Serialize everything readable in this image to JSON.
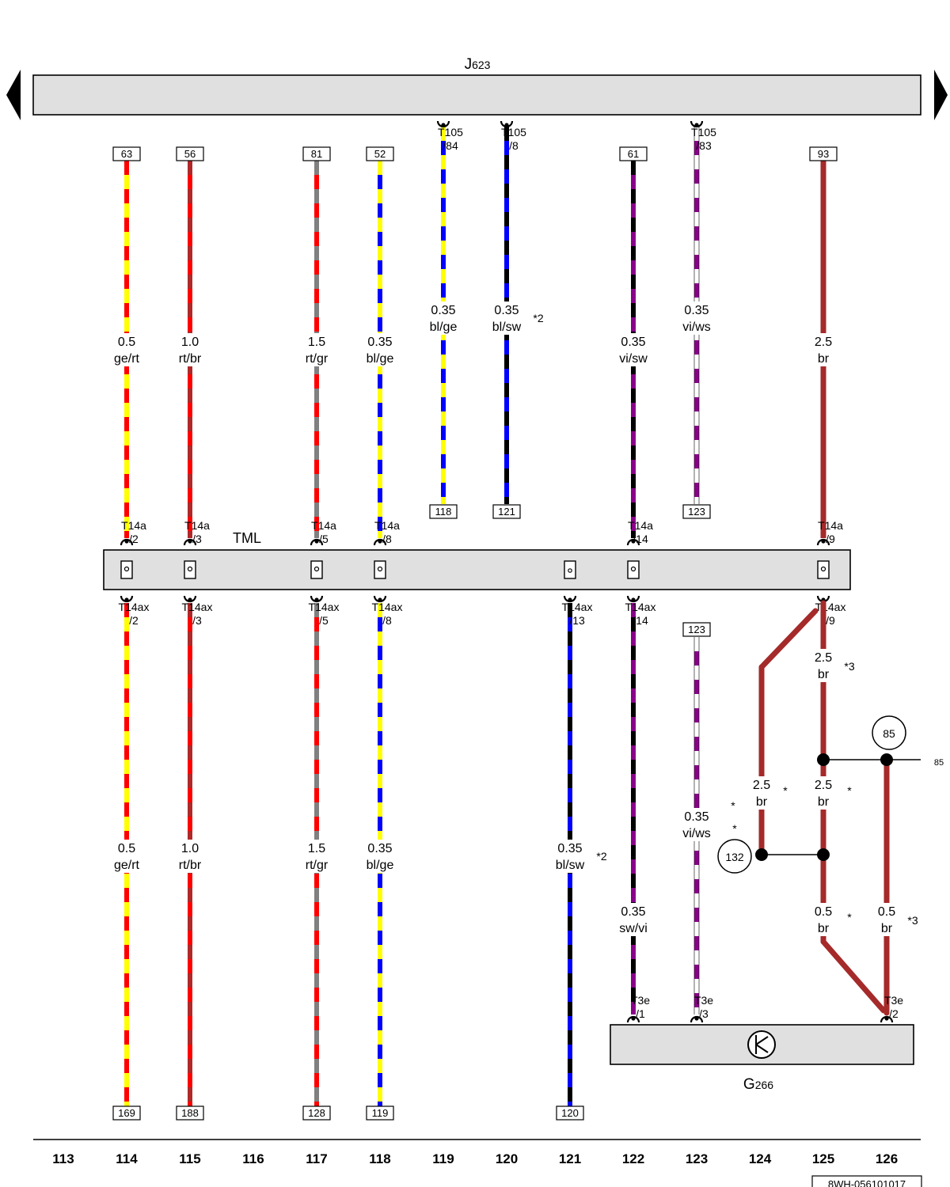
{
  "components": {
    "ecu": "J623",
    "ecu_main": "J",
    "ecu_sub": "623",
    "tml": "TML",
    "sensor": "G266",
    "sensor_main": "G",
    "sensor_sub": "266"
  },
  "diagram_id": "8WH-056101017",
  "side_ref": "85",
  "columns": [
    "113",
    "114",
    "115",
    "116",
    "117",
    "118",
    "119",
    "120",
    "121",
    "122",
    "123",
    "124",
    "125",
    "126"
  ],
  "wires_upper": [
    {
      "id": "w114u",
      "col": "114",
      "top_ref": "63",
      "bottom_ref": "",
      "pin_top": "",
      "pin_bot": "T14a /2",
      "size": "0.5",
      "color": "ge/rt",
      "c1": "#ffff00",
      "c2": "#ff0000",
      "note": ""
    },
    {
      "id": "w115u",
      "col": "115",
      "top_ref": "56",
      "bottom_ref": "",
      "pin_top": "",
      "pin_bot": "T14a /3",
      "size": "1.0",
      "color": "rt/br",
      "c1": "#ff0000",
      "c2": "#b02828",
      "note": ""
    },
    {
      "id": "w117u",
      "col": "117",
      "top_ref": "81",
      "bottom_ref": "",
      "pin_top": "",
      "pin_bot": "T14a /5",
      "size": "1.5",
      "color": "rt/gr",
      "c1": "#ff0000",
      "c2": "#808080",
      "note": ""
    },
    {
      "id": "w118u",
      "col": "118",
      "top_ref": "52",
      "bottom_ref": "",
      "pin_top": "",
      "pin_bot": "T14a /8",
      "size": "0.35",
      "color": "bl/ge",
      "c1": "#0000ff",
      "c2": "#ffff00",
      "note": ""
    },
    {
      "id": "w119u",
      "col": "119",
      "top_ref": "",
      "bottom_ref": "118",
      "pin_top": "T105 /84",
      "pin_bot": "",
      "size": "0.35",
      "color": "bl/ge",
      "c1": "#0000ff",
      "c2": "#ffff00",
      "note": ""
    },
    {
      "id": "w120u",
      "col": "120",
      "top_ref": "",
      "bottom_ref": "121",
      "pin_top": "T105 /8",
      "pin_bot": "",
      "size": "0.35",
      "color": "bl/sw",
      "c1": "#0000ff",
      "c2": "#000000",
      "note": "*2"
    },
    {
      "id": "w122u",
      "col": "122",
      "top_ref": "61",
      "bottom_ref": "",
      "pin_top": "",
      "pin_bot": "T14a /14",
      "size": "0.35",
      "color": "vi/sw",
      "c1": "#8b008b",
      "c2": "#000000",
      "note": ""
    },
    {
      "id": "w123u",
      "col": "123",
      "top_ref": "",
      "bottom_ref": "123",
      "pin_top": "T105 /83",
      "pin_bot": "",
      "size": "0.35",
      "color": "vi/ws",
      "c1": "#8b008b",
      "c2": "#ffffff",
      "note": ""
    },
    {
      "id": "w125u",
      "col": "125",
      "top_ref": "93",
      "bottom_ref": "",
      "pin_top": "",
      "pin_bot": "T14a /9",
      "size": "2.5",
      "color": "br",
      "c1": "#a52a2a",
      "c2": "#a52a2a",
      "note": ""
    }
  ],
  "wires_lower": [
    {
      "id": "w114l",
      "col": "114",
      "pin": "T14ax /2",
      "bottom_ref": "169",
      "size": "0.5",
      "color": "ge/rt",
      "c1": "#ffff00",
      "c2": "#ff0000",
      "note": ""
    },
    {
      "id": "w115l",
      "col": "115",
      "pin": "T14ax /3",
      "bottom_ref": "188",
      "size": "1.0",
      "color": "rt/br",
      "c1": "#ff0000",
      "c2": "#b02828",
      "note": ""
    },
    {
      "id": "w117l",
      "col": "117",
      "pin": "T14ax /5",
      "bottom_ref": "128",
      "size": "1.5",
      "color": "rt/gr",
      "c1": "#ff0000",
      "c2": "#808080",
      "note": ""
    },
    {
      "id": "w118l",
      "col": "118",
      "pin": "T14ax /8",
      "bottom_ref": "119",
      "size": "0.35",
      "color": "bl/ge",
      "c1": "#0000ff",
      "c2": "#ffff00",
      "note": ""
    },
    {
      "id": "w121l",
      "col": "121",
      "pin": "T14ax /13",
      "bottom_ref": "120",
      "size": "0.35",
      "color": "bl/sw",
      "c1": "#0000ff",
      "c2": "#000000",
      "note": "*2"
    },
    {
      "id": "w122l",
      "col": "122",
      "pin": "T14ax /14",
      "bottom_ref": "",
      "size": "0.35",
      "color": "sw/vi",
      "c1": "#000000",
      "c2": "#8b008b",
      "note": "",
      "pin_bot": "T3e /1"
    },
    {
      "id": "w123l",
      "col": "123",
      "pin": "",
      "bottom_ref": "",
      "top_ref": "123",
      "size": "0.35",
      "color": "vi/ws",
      "c1": "#8b008b",
      "c2": "#ffffff",
      "note": "*",
      "pin_bot": "T3e /3"
    }
  ],
  "brown_network": {
    "pin_top": "T14ax /9",
    "seg_main": {
      "size": "2.5",
      "color": "br",
      "note": "*3"
    },
    "seg_left": {
      "size": "2.5",
      "color": "br",
      "note": "*"
    },
    "seg_mid": {
      "size": "2.5",
      "color": "br",
      "note": "*"
    },
    "seg_low_left": {
      "size": "0.5",
      "color": "br",
      "note": "*"
    },
    "seg_low_right": {
      "size": "0.5",
      "color": "br",
      "note": "*3"
    },
    "circle_85": "85",
    "circle_132": "132",
    "pin_sensor": "T3e /2",
    "brown": "#a52a2a"
  }
}
